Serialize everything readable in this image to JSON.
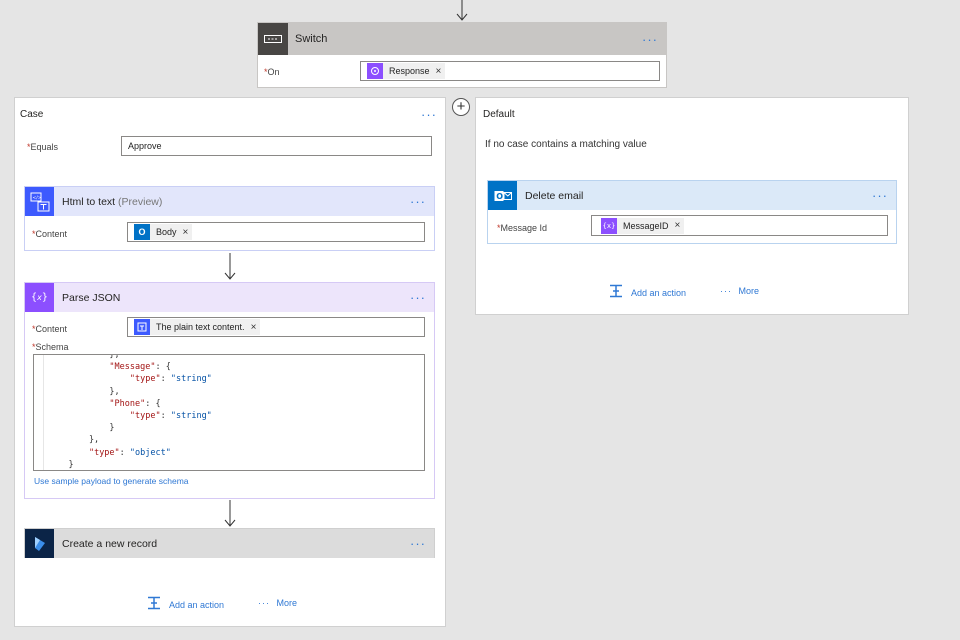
{
  "switch": {
    "title": "Switch",
    "on_label": "On",
    "token": "Response"
  },
  "case": {
    "title": "Case",
    "equals_label": "Equals",
    "equals_value": "Approve",
    "add_action": "Add an action",
    "more": "More"
  },
  "html_to_text": {
    "title": "Html to text",
    "preview": "(Preview)",
    "content_label": "Content",
    "token": "Body"
  },
  "parse_json": {
    "title": "Parse JSON",
    "content_label": "Content",
    "token": "The plain text content.",
    "schema_label": "Schema",
    "schema_lines": [
      "            },",
      "            \"Message\": {",
      "                \"type\": \"string\"",
      "            },",
      "            \"Phone\": {",
      "                \"type\": \"string\"",
      "            }",
      "        },",
      "        \"type\": \"object\"",
      "    }"
    ],
    "sample_link": "Use sample payload to generate schema"
  },
  "create_record": {
    "title": "Create a new record"
  },
  "default": {
    "title": "Default",
    "description": "If no case contains a matching value",
    "add_action": "Add an action",
    "more": "More"
  },
  "delete_email": {
    "title": "Delete email",
    "message_id_label": "Message Id",
    "token": "MessageID"
  },
  "dots": "···",
  "required_mark": "*",
  "remove_mark": "×",
  "plus_mark": "+",
  "colors": {
    "switch_header": "#c8c6c4",
    "switch_icon_bg": "#484644",
    "html_header": "#e2e6fb",
    "html_icon_bg": "#3d5afe",
    "parse_header": "#ede5fb",
    "parse_icon_bg": "#8c4fff",
    "create_header": "#dcdcdc",
    "create_icon_bg": "#0b2447",
    "outlook_header": "#dbe9f8",
    "outlook_icon_bg": "#0072c6",
    "link": "#2f78d4"
  }
}
